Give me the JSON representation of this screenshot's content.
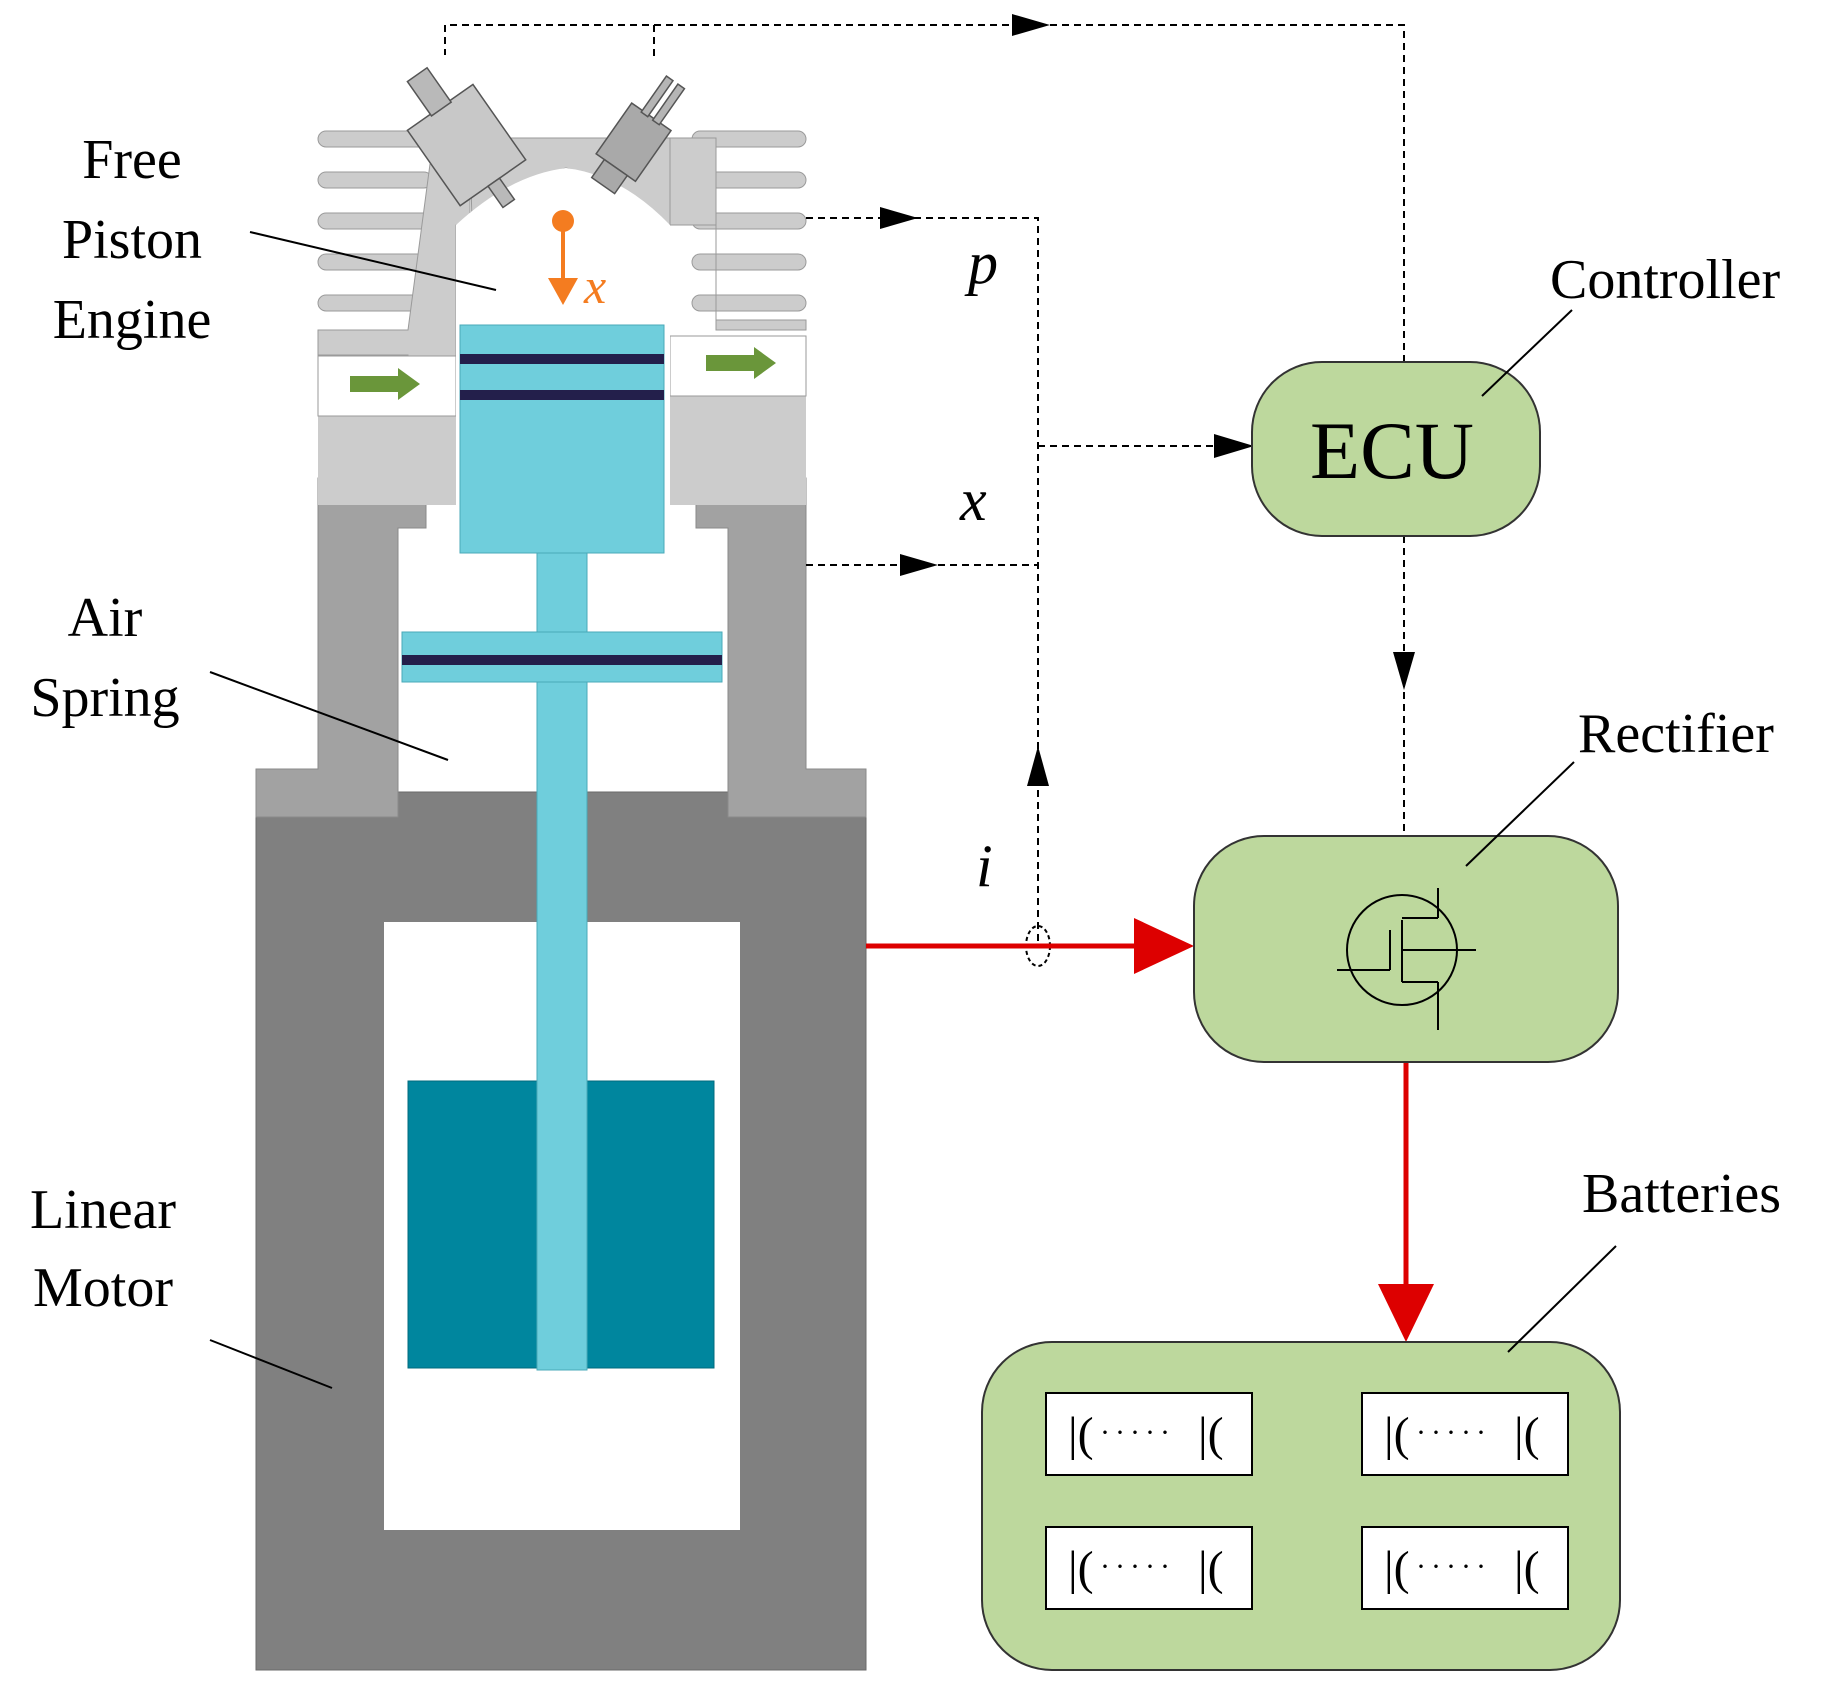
{
  "colors": {
    "motor_housing": "#808080",
    "air_spring_housing": "#a2a2a2",
    "cylinder_head": "#cccccc",
    "piston": "#6fcedc",
    "magnet": "#00869e",
    "ring": "#231f4b",
    "module": "#bdd89d",
    "power_line": "#dd0000",
    "position_arrow": "#f47c20",
    "flow_arrow": "#6a963a"
  },
  "labels": {
    "engine": [
      "Free",
      "Piston",
      "Engine"
    ],
    "air_spring": [
      "Air",
      "Spring"
    ],
    "linear_motor": [
      "Linear",
      "Motor"
    ],
    "controller": "Controller",
    "ecu": "ECU",
    "rectifier": "Rectifier",
    "batteries": "Batteries"
  },
  "signals": {
    "pressure": "p",
    "position": "x",
    "current": "i",
    "piston_position": "x"
  },
  "battery_cells": {
    "symbol_left": "|(",
    "dots": "·····",
    "symbol_right": "|(",
    "count": 4
  }
}
